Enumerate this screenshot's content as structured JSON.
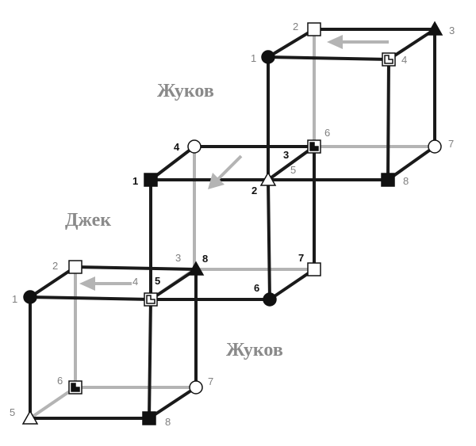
{
  "labels": {
    "zhukov_top": "Жуков",
    "dzhek": "Джек",
    "zhukov_bottom": "Жуков"
  },
  "cube_top": {
    "n1": "1",
    "n2": "2",
    "n3": "3",
    "n4": "4",
    "n5": "5",
    "n6": "6",
    "n7": "7",
    "n8": "8"
  },
  "cube_middle": {
    "n1": "1",
    "n2": "2",
    "n3": "3",
    "n4": "4",
    "n5": "5",
    "n6": "6",
    "n7": "7",
    "n8": "8"
  },
  "cube_bottom": {
    "n1": "1",
    "n2": "2",
    "n3": "3",
    "n4": "4",
    "n5": "5",
    "n6": "6",
    "n7": "7",
    "n8": "8"
  },
  "colors": {
    "edge_front": "#1a1a1a",
    "edge_hidden": "#b4b4b4",
    "label_text": "#8a8a8a"
  }
}
